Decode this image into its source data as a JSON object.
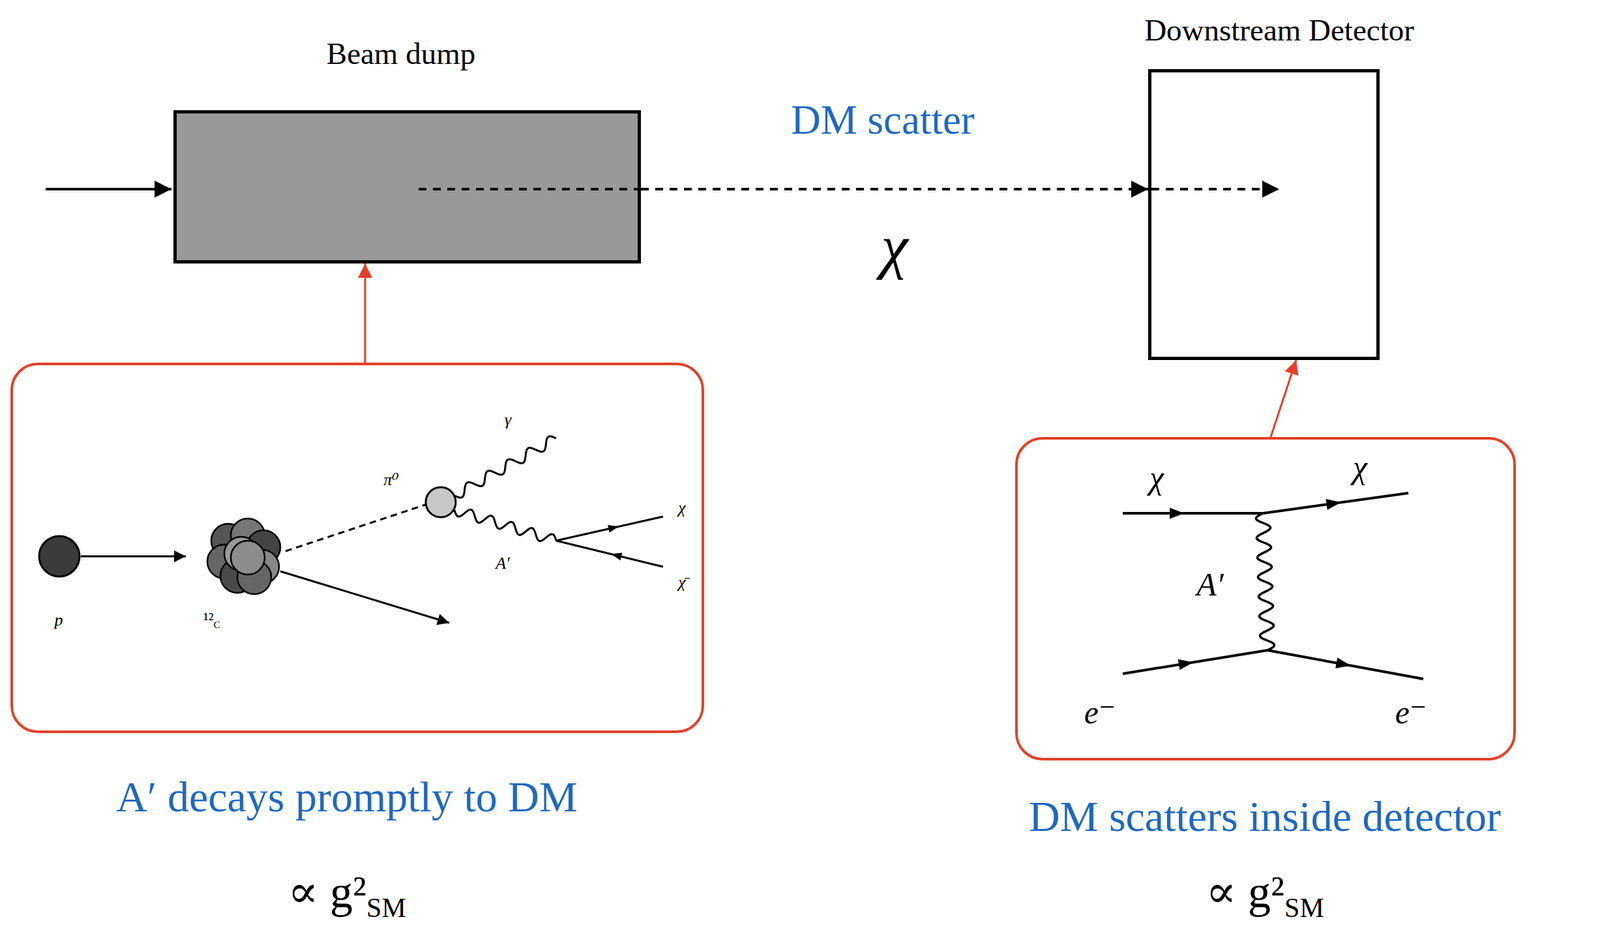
{
  "diagram": {
    "nodes": [
      {
        "text": [
          "Beam dump"
        ]
      },
      {
        "text": [
          "Downstream Detector"
        ]
      },
      {
        "text": [
          "p",
          "¹²C",
          "π⁰",
          "γ",
          "A′",
          "χ",
          "χ̄"
        ]
      },
      {
        "text": [
          "χ",
          "χ",
          "A′",
          "e⁻",
          "e⁻"
        ]
      }
    ],
    "edges": [
      {
        "from": 0,
        "to": 1,
        "arrow": "to",
        "label": "χ"
      },
      {
        "from": 2,
        "to": 0,
        "arrow": "to"
      },
      {
        "from": 3,
        "to": 1,
        "arrow": "to"
      }
    ],
    "labels": [
      "DM scatter",
      "A′ decays promptly to DM",
      "∝ g²SM",
      "DM scatters inside detector",
      "∝ g²SM"
    ]
  }
}
